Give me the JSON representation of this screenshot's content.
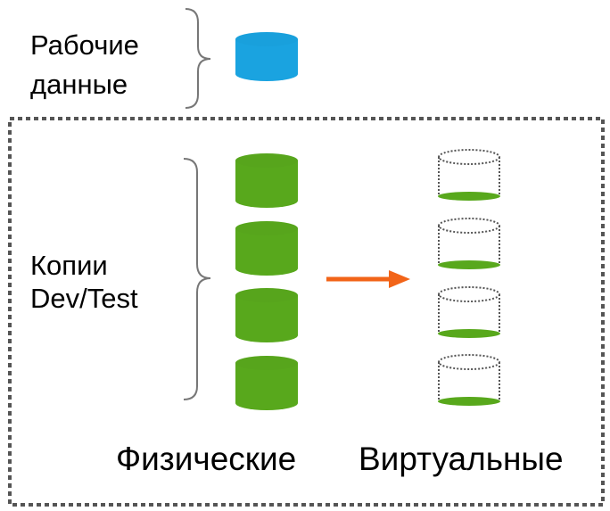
{
  "labels": {
    "production_line1": "Рабочие",
    "production_line2": "данные",
    "copies_line1": "Копии",
    "copies_line2": "Dev/Test",
    "physical": "Физические",
    "virtual": "Виртуальные"
  },
  "colors": {
    "production_db": "#1aa3e0",
    "physical_db": "#58a81c",
    "virtual_db_base": "#58a81c",
    "arrow": "#f26418",
    "dashed_border": "#555555",
    "brace": "#777777"
  },
  "counts": {
    "physical_copies": 4,
    "virtual_copies": 4
  }
}
